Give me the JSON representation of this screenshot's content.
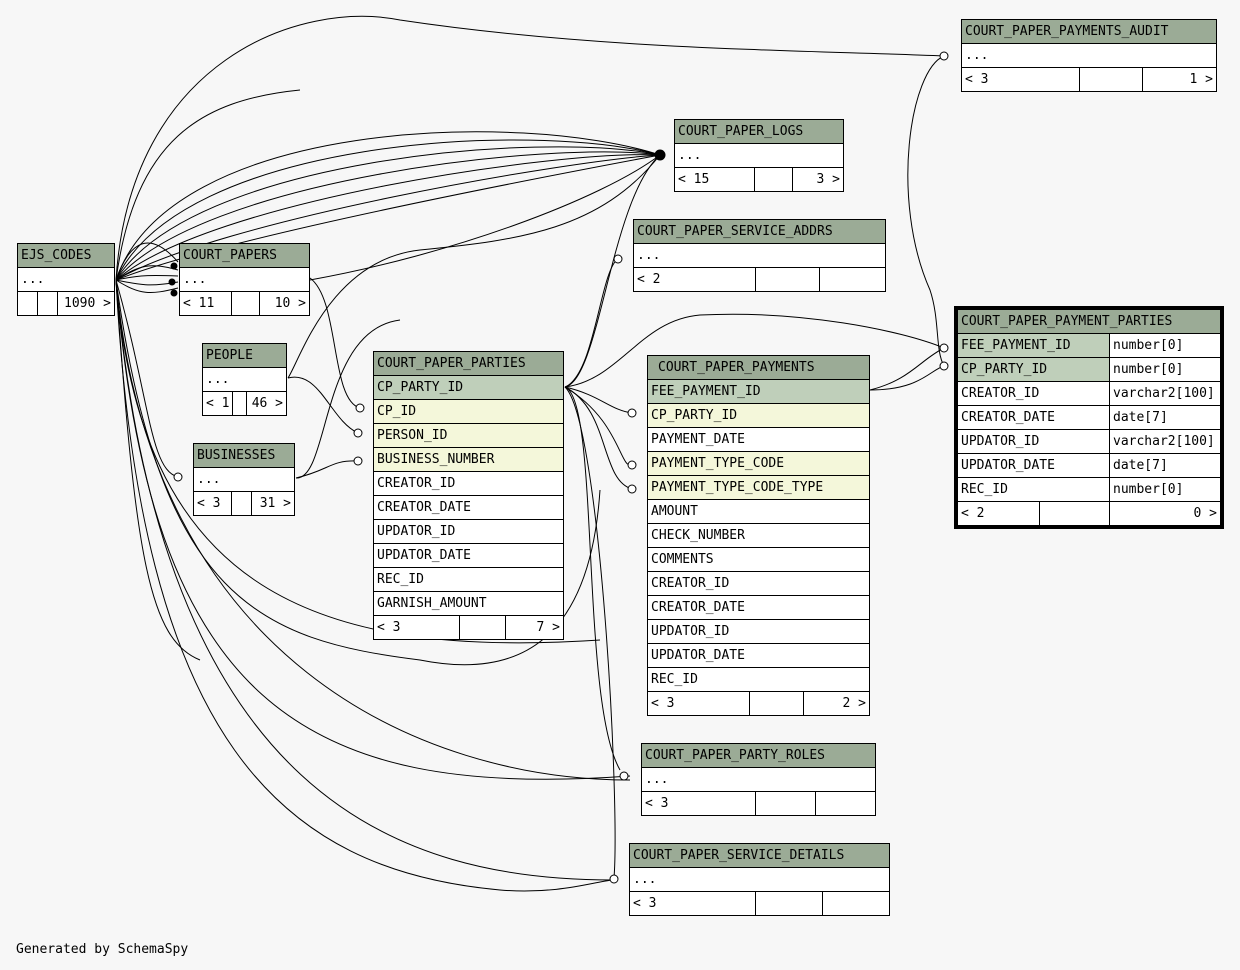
{
  "tables": {
    "ejs_codes": {
      "name": "EJS_CODES",
      "ellipsis": "...",
      "footer": [
        "",
        "",
        "1090 >"
      ]
    },
    "court_papers": {
      "name": "COURT_PAPERS",
      "ellipsis": "...",
      "footer": [
        "< 11",
        "",
        "10 >"
      ]
    },
    "people": {
      "name": "PEOPLE",
      "ellipsis": "...",
      "footer": [
        "< 1",
        "",
        "46 >"
      ]
    },
    "businesses": {
      "name": "BUSINESSES",
      "ellipsis": "...",
      "footer": [
        "< 3",
        "",
        "31 >"
      ]
    },
    "court_paper_parties": {
      "name": "COURT_PAPER_PARTIES",
      "columns": [
        "CP_PARTY_ID",
        "CP_ID",
        "PERSON_ID",
        "BUSINESS_NUMBER",
        "CREATOR_ID",
        "CREATOR_DATE",
        "UPDATOR_ID",
        "UPDATOR_DATE",
        "REC_ID",
        "GARNISH_AMOUNT"
      ],
      "footer": [
        "< 3",
        "",
        "7 >"
      ]
    },
    "court_paper_payments": {
      "name": "COURT_PAPER_PAYMENTS",
      "columns": [
        "FEE_PAYMENT_ID",
        "CP_PARTY_ID",
        "PAYMENT_DATE",
        "PAYMENT_TYPE_CODE",
        "PAYMENT_TYPE_CODE_TYPE",
        "AMOUNT",
        "CHECK_NUMBER",
        "COMMENTS",
        "CREATOR_ID",
        "CREATOR_DATE",
        "UPDATOR_ID",
        "UPDATOR_DATE",
        "REC_ID"
      ],
      "footer": [
        "< 3",
        "",
        "2 >"
      ]
    },
    "court_paper_payment_parties": {
      "name": "COURT_PAPER_PAYMENT_PARTIES",
      "columns": [
        [
          "FEE_PAYMENT_ID",
          "number[0]"
        ],
        [
          "CP_PARTY_ID",
          "number[0]"
        ],
        [
          "CREATOR_ID",
          "varchar2[100]"
        ],
        [
          "CREATOR_DATE",
          "date[7]"
        ],
        [
          "UPDATOR_ID",
          "varchar2[100]"
        ],
        [
          "UPDATOR_DATE",
          "date[7]"
        ],
        [
          "REC_ID",
          "number[0]"
        ]
      ],
      "footer": [
        "< 2",
        "",
        "0 >"
      ]
    },
    "court_paper_payments_audit": {
      "name": "COURT_PAPER_PAYMENTS_AUDIT",
      "ellipsis": "...",
      "footer": [
        "< 3",
        "",
        "1 >"
      ]
    },
    "court_paper_logs": {
      "name": "COURT_PAPER_LOGS",
      "ellipsis": "...",
      "footer": [
        "< 15",
        "",
        "3 >"
      ]
    },
    "court_paper_service_addrs": {
      "name": "COURT_PAPER_SERVICE_ADDRS",
      "ellipsis": "...",
      "footer": [
        "< 2",
        "",
        ""
      ]
    },
    "court_paper_party_roles": {
      "name": "COURT_PAPER_PARTY_ROLES",
      "ellipsis": "...",
      "footer": [
        "< 3",
        "",
        ""
      ]
    },
    "court_paper_service_details": {
      "name": "COURT_PAPER_SERVICE_DETAILS",
      "ellipsis": "...",
      "footer": [
        "< 3",
        "",
        ""
      ]
    }
  },
  "footer_text": "Generated by SchemaSpy"
}
